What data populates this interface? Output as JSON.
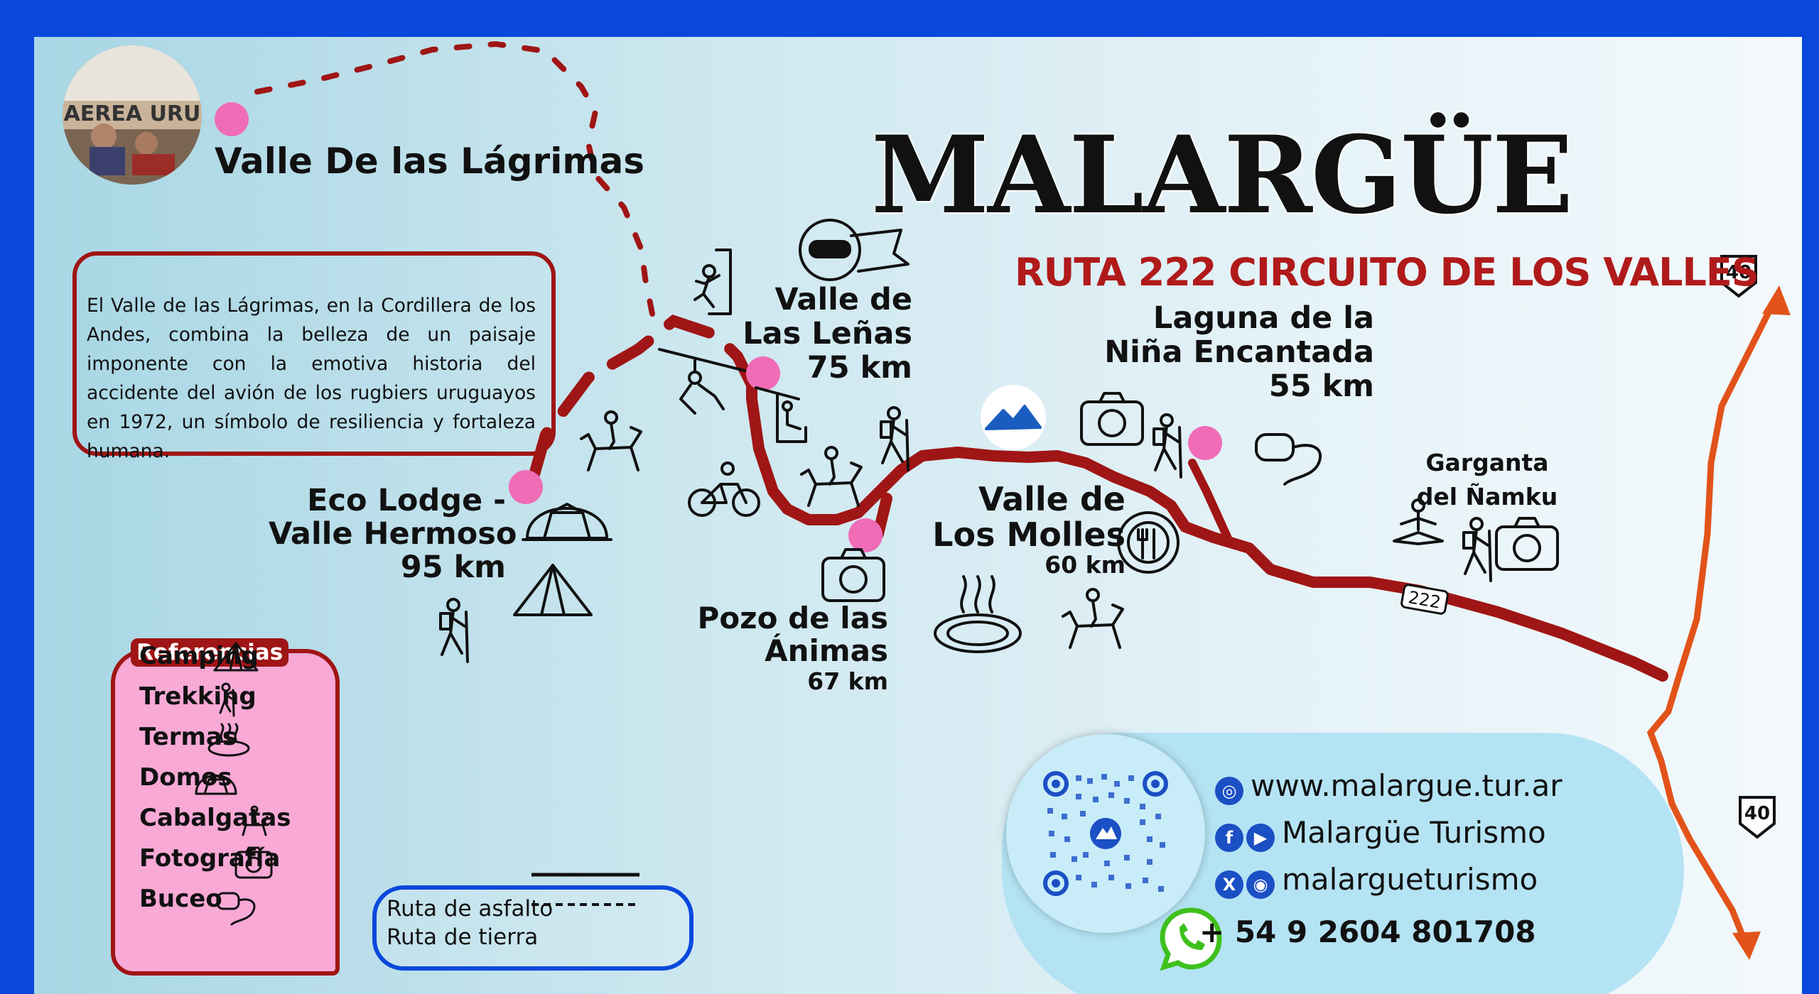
{
  "title": "MALARGÜE",
  "subtitle": "RUTA 222 CIRCUITO DE LOS VALLES",
  "valle_lagrimas": {
    "heading": "Valle De las Lágrimas",
    "photo_text": "AEREA URU",
    "description": "El Valle de las Lágrimas, en la Cordillera de los Andes, combina la belleza de un paisaje imponente con la emotiva historia del accidente del avión de los rugbiers uruguayos en 1972, un símbolo de resiliencia y fortaleza humana."
  },
  "places": {
    "las_lenas": {
      "line1": "Valle de",
      "line2": "Las Leñas",
      "distance": "75 km"
    },
    "laguna": {
      "line1": "Laguna de la",
      "line2": "Niña Encantada",
      "distance": "55 km"
    },
    "los_molles": {
      "line1": "Valle de",
      "line2": "Los Molles",
      "distance": "60 km"
    },
    "pozo": {
      "line1": "Pozo de las",
      "line2": "Ánimas",
      "distance": "67 km"
    },
    "eco_lodge": {
      "line1": "Eco Lodge -",
      "line2": "Valle Hermoso",
      "distance": "95 km"
    },
    "garganta": {
      "line1": "Garganta",
      "line2": "del Ñamku"
    }
  },
  "route_labels": {
    "ruta_222": "222",
    "ruta_40_north": "40",
    "ruta_40_south": "40"
  },
  "references": {
    "title": "Referencias",
    "items": [
      {
        "label": "Camping",
        "icon": "tent-icon"
      },
      {
        "label": "Trekking",
        "icon": "hiker-icon"
      },
      {
        "label": "Termas",
        "icon": "hot-spring-icon"
      },
      {
        "label": "Domos",
        "icon": "dome-icon"
      },
      {
        "label": "Cabalgatas",
        "icon": "horse-rider-icon"
      },
      {
        "label": "Fotografía",
        "icon": "camera-icon"
      },
      {
        "label": "Buceo",
        "icon": "diving-mask-icon"
      }
    ]
  },
  "legend": {
    "asphalt": "Ruta de asfalto",
    "dirt": "Ruta de tierra"
  },
  "contact": {
    "website": "www.malargue.tur.ar",
    "social": "Malargüe Turismo",
    "handle": "malargueturismo",
    "phone": "+ 54 9 2604 801708"
  },
  "colors": {
    "frame": "#0a48dc",
    "route": "#a01515",
    "route_40": "#e2531a",
    "pin": "#f06cb7",
    "refs_bg": "#f8a9d6"
  }
}
